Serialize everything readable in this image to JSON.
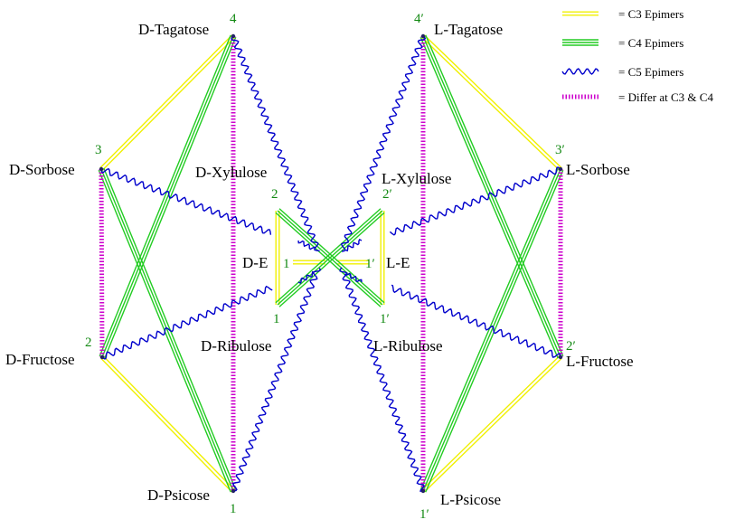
{
  "legend": [
    {
      "type": "c3",
      "text": "= C3 Epimers"
    },
    {
      "type": "c4",
      "text": "= C4 Epimers"
    },
    {
      "type": "c5",
      "text": "= C5 Epimers"
    },
    {
      "type": "c34",
      "text": "= Differ at C3 & C4"
    }
  ],
  "nodes": {
    "DT": {
      "label": "D-Tagatose",
      "num": "4"
    },
    "DS": {
      "label": "D-Sorbose",
      "num": "3"
    },
    "DF": {
      "label": "D-Fructose",
      "num": "2"
    },
    "DP": {
      "label": "D-Psicose",
      "num": "1"
    },
    "LT": {
      "label": "L-Tagatose",
      "num": "4′"
    },
    "LS": {
      "label": "L-Sorbose",
      "num": "3′"
    },
    "LF": {
      "label": "L-Fructose",
      "num": "2′"
    },
    "LP": {
      "label": "L-Psicose",
      "num": "1′"
    },
    "DX": {
      "label": "D-Xylulose",
      "num": "2"
    },
    "DR": {
      "label": "D-Ribulose",
      "num": "1"
    },
    "LX": {
      "label": "L-Xylulose",
      "num": "2′"
    },
    "LR": {
      "label": "L-Ribulose",
      "num": "1′"
    },
    "DE": {
      "label": "D-E",
      "num": "1"
    },
    "LE": {
      "label": "L-E",
      "num": "1′"
    }
  },
  "colors": {
    "c3": "#f0f000",
    "c4": "#22cc22",
    "c5": "#0000cc",
    "c34": "#cc00cc",
    "number": "#118811"
  }
}
